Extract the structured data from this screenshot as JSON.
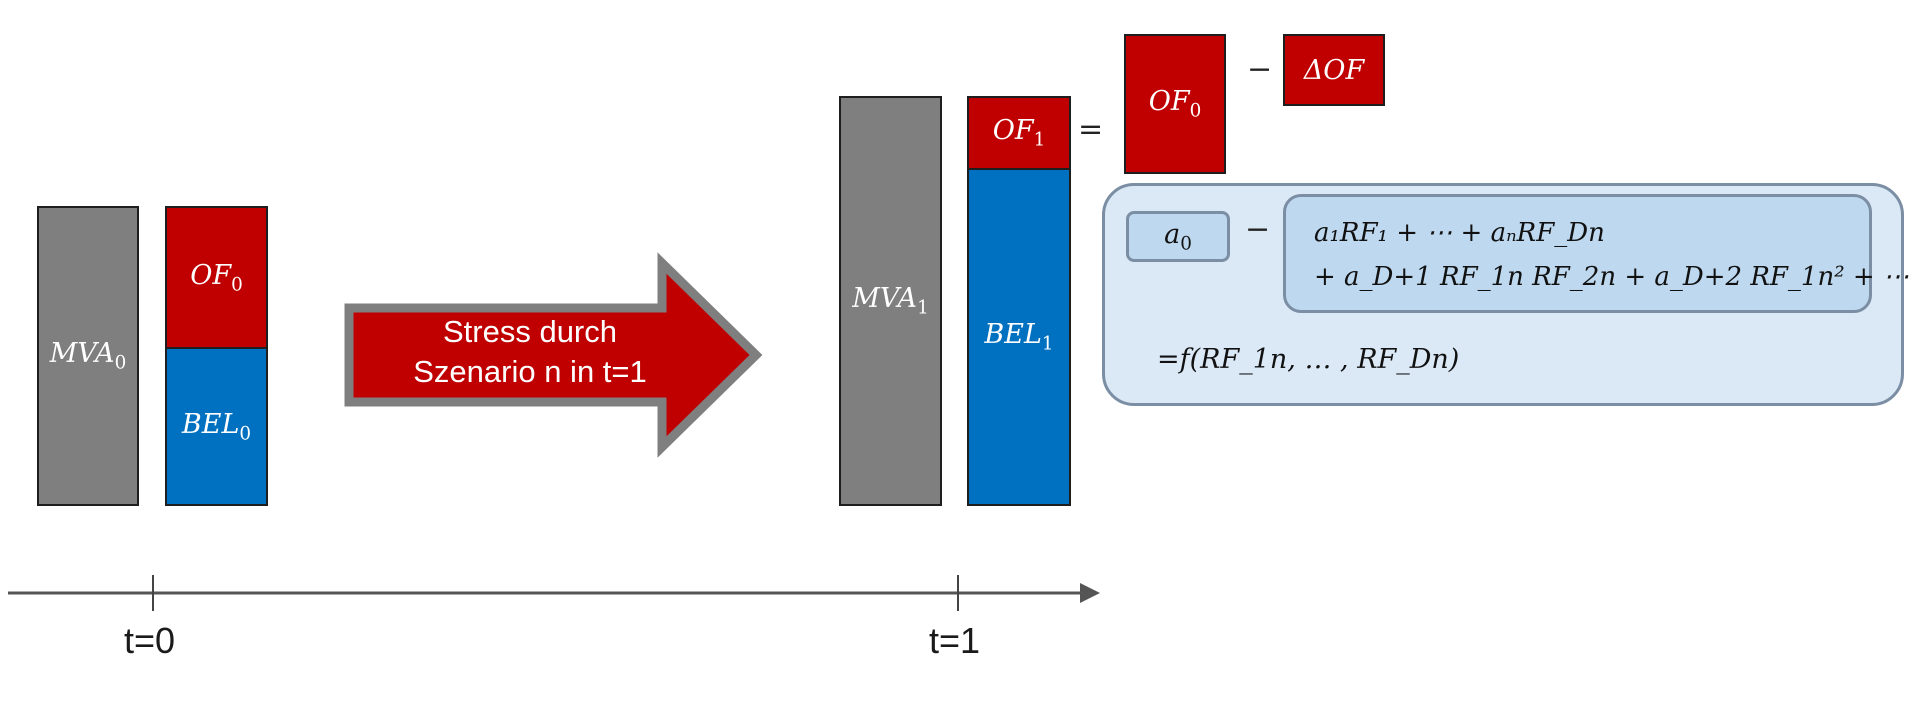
{
  "time_axis": {
    "tick_left": "t=0",
    "tick_right": "t=1"
  },
  "stage0": {
    "mva": {
      "base": "MVA",
      "sub": "0"
    },
    "of": {
      "base": "OF",
      "sub": "0"
    },
    "bel": {
      "base": "BEL",
      "sub": "0"
    }
  },
  "stress_arrow": {
    "line1": "Stress durch",
    "line2": "Szenario n in t=1"
  },
  "stage1": {
    "mva": {
      "base": "MVA",
      "sub": "1"
    },
    "of": {
      "base": "OF",
      "sub": "1"
    },
    "bel": {
      "base": "BEL",
      "sub": "1"
    }
  },
  "equation": {
    "equals": "=",
    "minus": "−",
    "of0": {
      "base": "OF",
      "sub": "0"
    },
    "delta_of": "ΔOF",
    "a0": {
      "base": "a",
      "sub": "0"
    },
    "minus2": "−",
    "poly_line1": "a₁RF₁ + ⋯ + aₙRF_Dn",
    "poly_line2": "+ a_D+1 RF_1n RF_2n + a_D+2 RF_1n² + ⋯",
    "result": "=f(RF_1n, … , RF_Dn)"
  },
  "colors": {
    "asset_grey": "#7f7f7f",
    "own_funds_red": "#c00000",
    "liability_blue": "#0070c0",
    "panel_fill": "#dbe9f6",
    "inner_box_fill": "#bed9ef"
  }
}
